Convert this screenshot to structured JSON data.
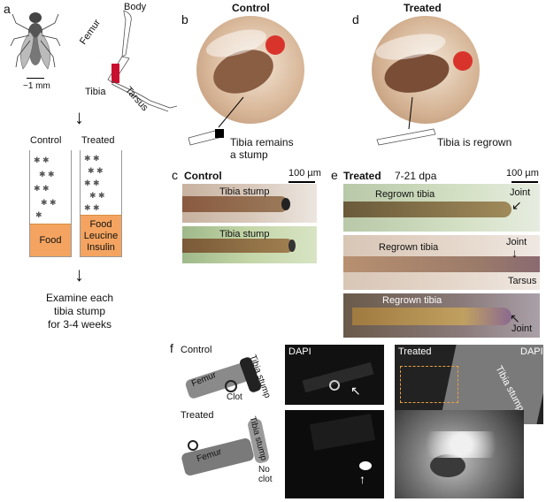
{
  "panels": {
    "a": {
      "label": "a",
      "body": "Body",
      "femur": "Femur",
      "tibia": "Tibia",
      "tarsus": "Tarsus",
      "scale": "~1 mm",
      "control_vial": "Control",
      "treated_vial": "Treated",
      "control_food": [
        "Food"
      ],
      "treated_food": [
        "Food",
        "Leucine",
        "Insulin"
      ],
      "instruction": [
        "Examine each",
        "tibia stump",
        "for 3-4 weeks"
      ]
    },
    "b": {
      "label": "b",
      "title": "Control",
      "caption": [
        "Tibia remains",
        "a stump"
      ]
    },
    "d": {
      "label": "d",
      "title": "Treated",
      "caption": "Tibia is regrown"
    },
    "c": {
      "label": "c",
      "title": "Control",
      "scale": "100 µm",
      "img1": "Tibia stump",
      "img2": "Tibia stump"
    },
    "e": {
      "label": "e",
      "title": "Treated",
      "subtitle": "7-21 dpa",
      "scale": "100 µm",
      "img1_label": "Regrown tibia",
      "img1_joint": "Joint",
      "img2_label": "Regrown tibia",
      "img2_joint": "Joint",
      "img2_tarsus": "Tarsus",
      "img3_label": "Regrown tibia",
      "img3_joint": "Joint"
    },
    "f": {
      "label": "f",
      "control": "Control",
      "femur": "Femur",
      "clot": "Clot",
      "tibia_stump": "Tibia stump",
      "dapi": "DAPI",
      "treated": "Treated",
      "treated_femur": "Femur",
      "treated_stump": "Tibia stump",
      "no_clot": [
        "No",
        "clot"
      ],
      "treated_dapi_label": "Treated",
      "treated_dapi": "DAPI",
      "stump_label": "Tibia stump"
    }
  },
  "colors": {
    "food": "#f4a460",
    "tibia_mark": "#c8102e",
    "fly_eye": "#d9342b"
  }
}
